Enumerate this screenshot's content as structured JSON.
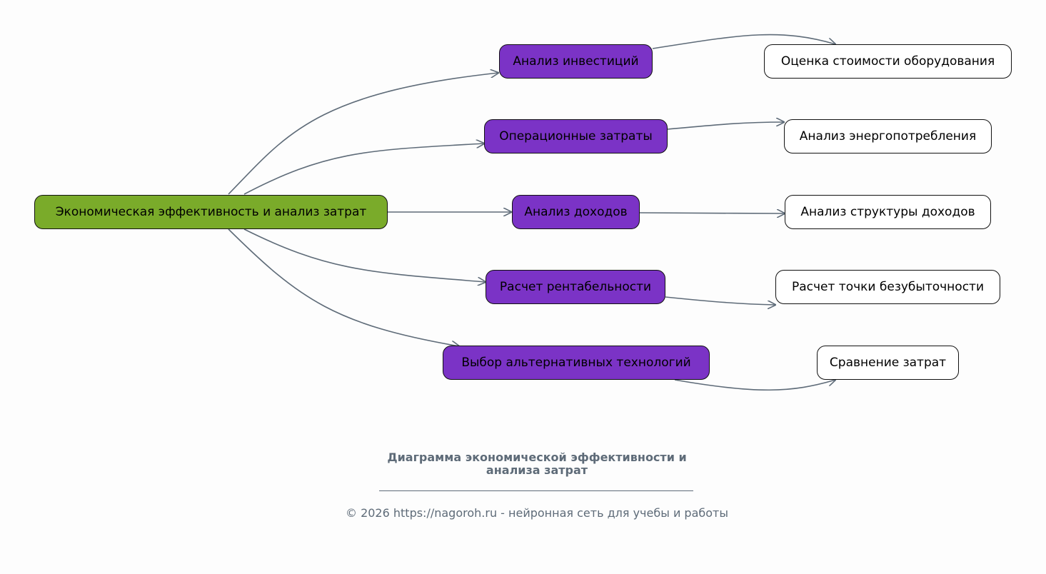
{
  "diagram": {
    "colors": {
      "root": "#7aab2a",
      "branch": "#7b33c6",
      "leaf": "#ffffff",
      "edge": "#5e6b78",
      "border": "#111111",
      "footer_text": "#5e6b78"
    },
    "root": {
      "label": "Экономическая эффективность и анализ затрат"
    },
    "branches": [
      {
        "label": "Анализ инвестиций",
        "child": "Оценка стоимости оборудования"
      },
      {
        "label": "Операционные затраты",
        "child": "Анализ энергопотребления"
      },
      {
        "label": "Анализ доходов",
        "child": "Анализ структуры доходов"
      },
      {
        "label": "Расчет рентабельности",
        "child": "Расчет точки безубыточности"
      },
      {
        "label": "Выбор альтернативных технологий",
        "child": "Сравнение затрат"
      }
    ]
  },
  "footer": {
    "title_line1": "Диаграмма экономической эффективности и",
    "title_line2": "анализа затрат",
    "copyright": "© 2026 https://nagoroh.ru - нейронная сеть для учебы и работы"
  }
}
